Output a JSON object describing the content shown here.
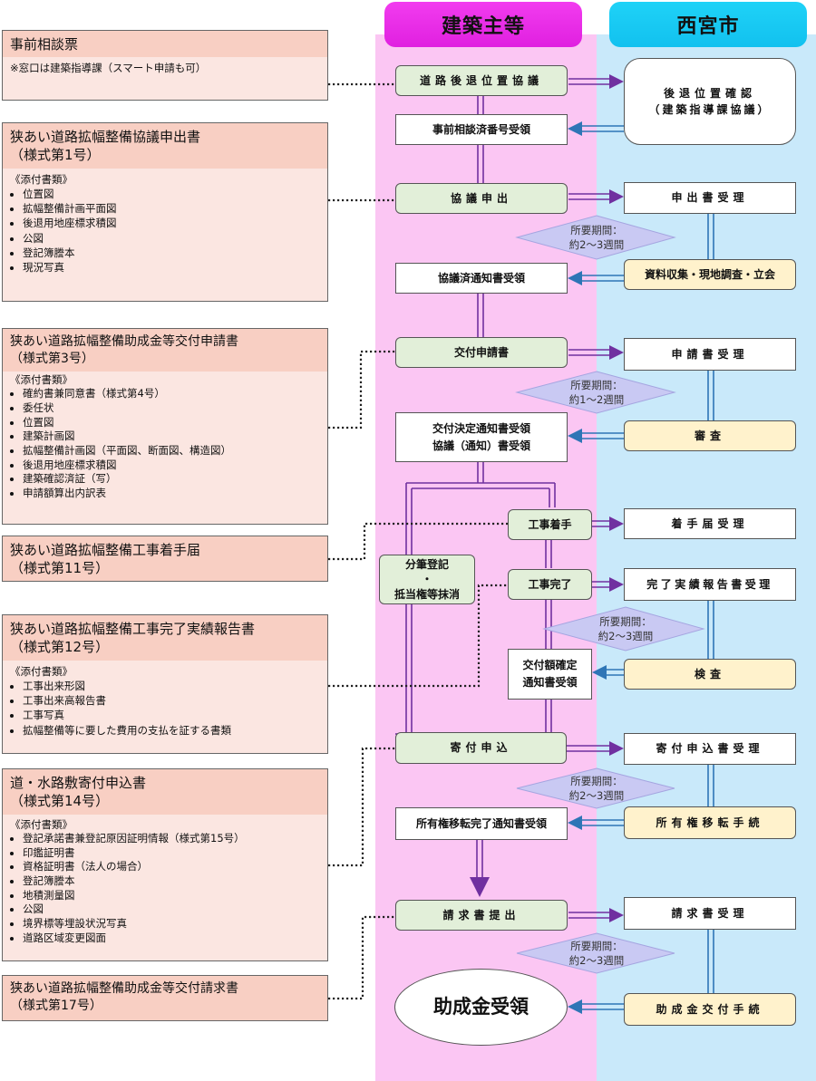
{
  "headers": {
    "left": "建築主等",
    "right": "西宮市"
  },
  "docs": [
    {
      "title": "事前相談票",
      "note": "※窓口は建築指導課（スマート申請も可）"
    },
    {
      "title": "狭あい道路拡幅整備協議申出書",
      "subtitle": "（様式第1号）",
      "heading": "《添付書類》",
      "items": [
        "位置図",
        "拡幅整備計画平面図",
        "後退用地座標求積図",
        "公図",
        "登記簿謄本",
        "現況写真"
      ]
    },
    {
      "title": "狭あい道路拡幅整備助成金等交付申請書",
      "subtitle": "（様式第3号）",
      "heading": "《添付書類》",
      "items": [
        "確約書兼同意書（様式第4号）",
        "委任状",
        "位置図",
        "建築計画図",
        "拡幅整備計画図（平面図、断面図、構造図）",
        "後退用地座標求積図",
        "建築確認済証（写）",
        "申請額算出内訳表"
      ]
    },
    {
      "title": "狭あい道路拡幅整備工事着手届",
      "subtitle": "（様式第11号）"
    },
    {
      "title": "狭あい道路拡幅整備工事完了実績報告書",
      "subtitle": "（様式第12号）",
      "heading": "《添付書類》",
      "items": [
        "工事出来形図",
        "工事出来高報告書",
        "工事写真",
        "拡幅整備等に要した費用の支払を証する書類"
      ]
    },
    {
      "title": "道・水路敷寄付申込書",
      "subtitle": "（様式第14号）",
      "heading": "《添付書類》",
      "items": [
        "登記承諾書兼登記原因証明情報（様式第15号）",
        "印鑑証明書",
        "資格証明書（法人の場合）",
        "登記簿謄本",
        "地積測量図",
        "公図",
        "境界標等埋設状況写真",
        "道路区域変更図面"
      ]
    },
    {
      "title": "狭あい道路拡幅整備助成金等交付請求書",
      "subtitle": "（様式第17号）"
    }
  ],
  "left_steps": {
    "s1": "道路後退位置協議",
    "s2": "事前相談済番号受領",
    "s3": "協議申出",
    "s4": "協議済通知書受領",
    "s5": "交付申請書",
    "s6a": "交付決定通知書受領",
    "s6b": "協議（通知）書受領",
    "s7": "工事着手",
    "s8": "工事完了",
    "s9a": "交付額確定",
    "s9b": "通知書受領",
    "s10": "寄付申込",
    "s11": "所有権移転完了通知書受領",
    "s12": "請求書提出",
    "s13": "助成金受領",
    "side_a": "分筆登記",
    "side_b": "・",
    "side_c": "抵当権等抹消"
  },
  "right_steps": {
    "r1a": "後退位置確認",
    "r1b": "（建築指導課協議）",
    "r2": "申出書受理",
    "r3": "資料収集・現地調査・立会",
    "r4": "申請書受理",
    "r5": "審査",
    "r6": "着手届受理",
    "r7": "完了実績報告書受理",
    "r8": "検査",
    "r9": "寄付申込書受理",
    "r10": "所有権移転手続",
    "r11": "請求書受理",
    "r12": "助成金交付手続"
  },
  "periods": [
    {
      "a": "所要期間：",
      "b": "約2～3週間"
    },
    {
      "a": "所要期間：",
      "b": "約1～2週間"
    },
    {
      "a": "所要期間：",
      "b": "約2～3週間"
    },
    {
      "a": "所要期間：",
      "b": "約2～3週間"
    },
    {
      "a": "所要期間：",
      "b": "約2～3週間"
    }
  ],
  "colors": {
    "lane_left": "#fbc6f3",
    "lane_right": "#c9e9fa",
    "header_left": "#e020e0",
    "header_right": "#12c1ef",
    "step_green": "#e2efd9",
    "step_yellow": "#fff2cc",
    "doc_fill": "#fbe6e1",
    "doc_title": "#f8cfc3",
    "arrow_purple": "#7030a0",
    "arrow_blue": "#2e75b6",
    "period": "#c9c9f3"
  }
}
